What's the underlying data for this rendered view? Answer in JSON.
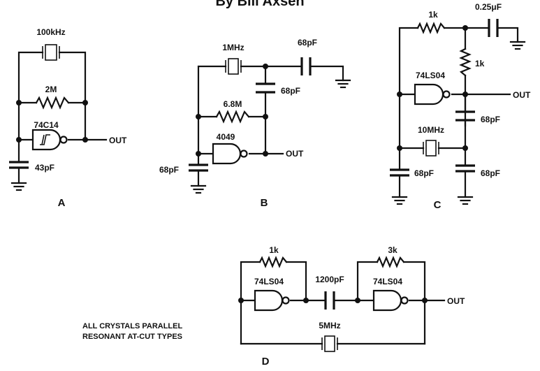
{
  "byline": "By Bill Axsen",
  "note": [
    "ALL CRYSTALS PARALLEL",
    "RESONANT AT-CUT TYPES"
  ],
  "circuit_a": {
    "label": "A",
    "crystal": "100kHz",
    "resistor": "2M",
    "gate": "74C14",
    "capacitor": "43pF",
    "out": "OUT"
  },
  "circuit_b": {
    "label": "B",
    "crystal": "1MHz",
    "cap_top": "68pF",
    "cap_mid": "68pF",
    "resistor": "6.8M",
    "gate": "4049",
    "cap_left": "68pF",
    "out": "OUT"
  },
  "circuit_c": {
    "label": "C",
    "resistor_top": "1k",
    "cap_top": "0.25μF",
    "resistor_right": "1k",
    "gate": "74LS04",
    "cap_mid": "68pF",
    "crystal": "10MHz",
    "cap_left": "68pF",
    "cap_right": "68pF",
    "out": "OUT"
  },
  "circuit_d": {
    "label": "D",
    "resistor_left": "1k",
    "gate_left": "74LS04",
    "capacitor": "1200pF",
    "resistor_right": "3k",
    "gate_right": "74LS04",
    "crystal": "5MHz",
    "out": "OUT"
  }
}
